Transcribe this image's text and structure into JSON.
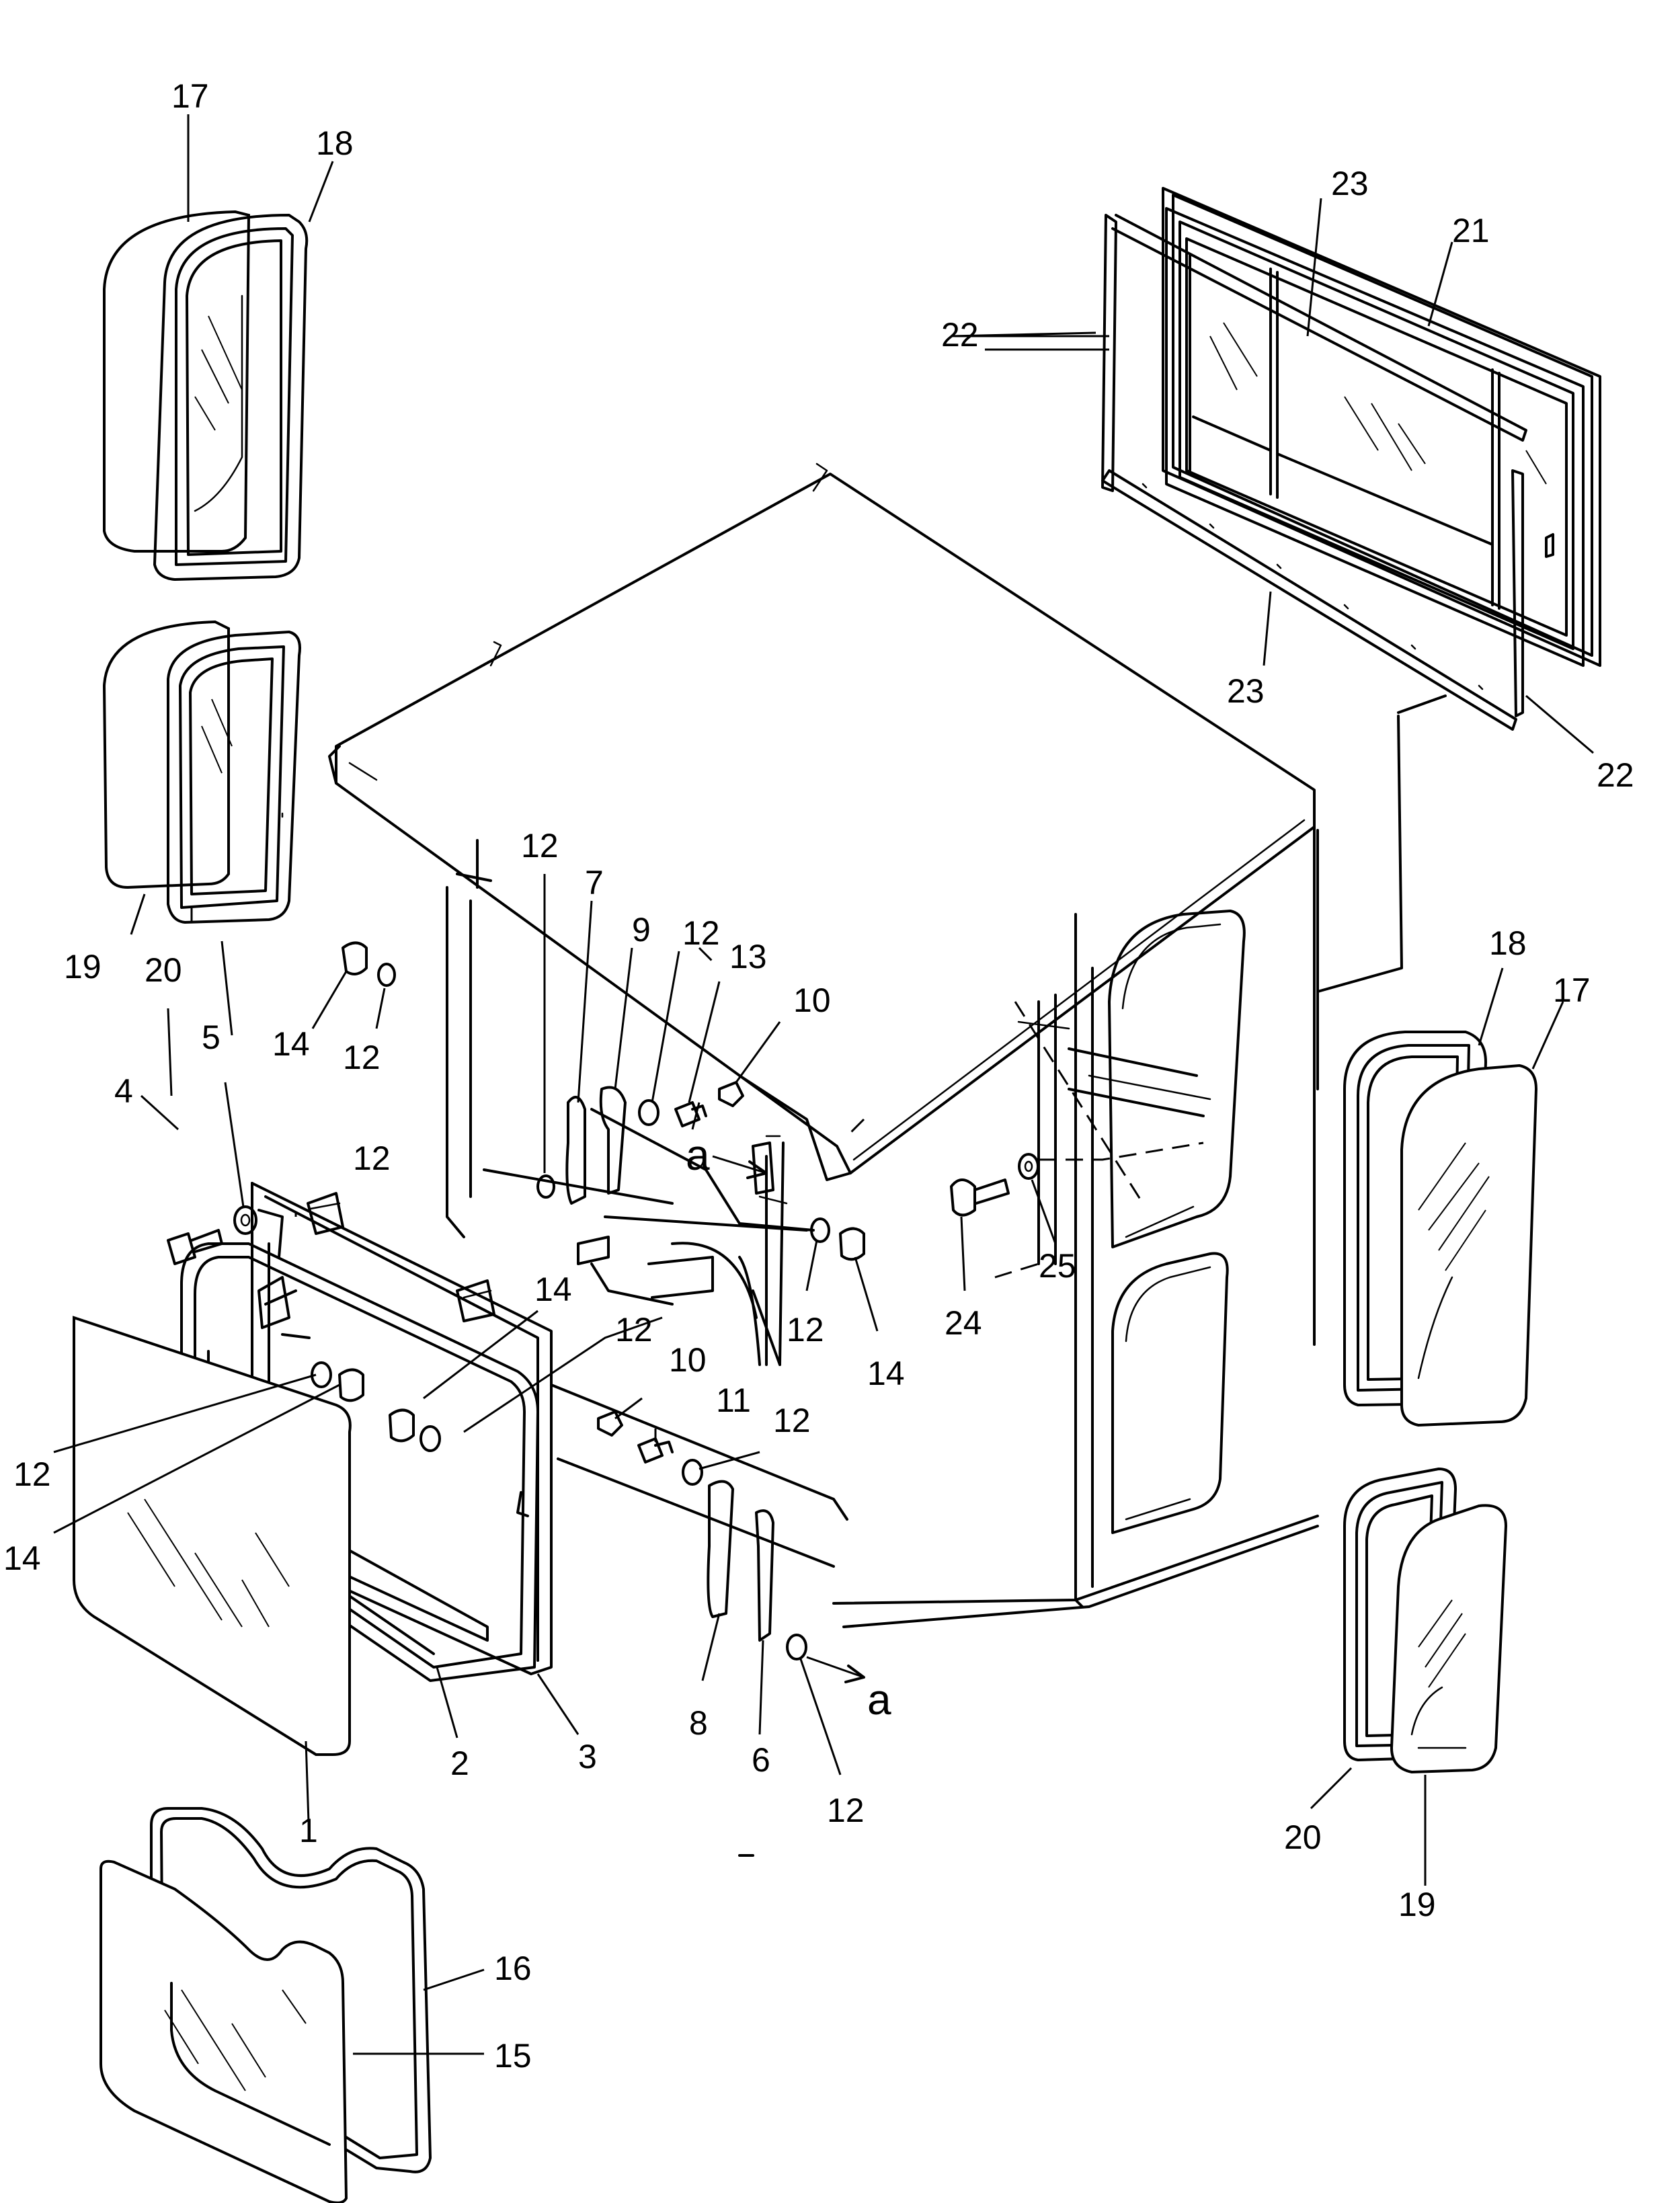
{
  "labels": {
    "p1": "1",
    "p2": "2",
    "p3": "3",
    "p4": "4",
    "p5": "5",
    "p6": "6",
    "p7": "7",
    "p8": "8",
    "p9": "9",
    "p10a": "10",
    "p10b": "10",
    "p11": "11",
    "p12a": "12",
    "p12b": "12",
    "p12c": "12",
    "p12d": "12",
    "p12e": "12",
    "p12f": "12",
    "p12g": "12",
    "p12h": "12",
    "p12i": "12",
    "p13": "13",
    "p14a": "14",
    "p14b": "14",
    "p14c": "14",
    "p14d": "14",
    "p15": "15",
    "p16": "16",
    "p17a": "17",
    "p17b": "17",
    "p18a": "18",
    "p18b": "18",
    "p19a": "19",
    "p19b": "19",
    "p20a": "20",
    "p20b": "20",
    "p21": "21",
    "p22a": "22",
    "p22b": "22",
    "p23a": "23",
    "p23b": "23",
    "p24": "24",
    "p25": "25"
  },
  "refs": {
    "a1": "a",
    "a2": "a"
  }
}
